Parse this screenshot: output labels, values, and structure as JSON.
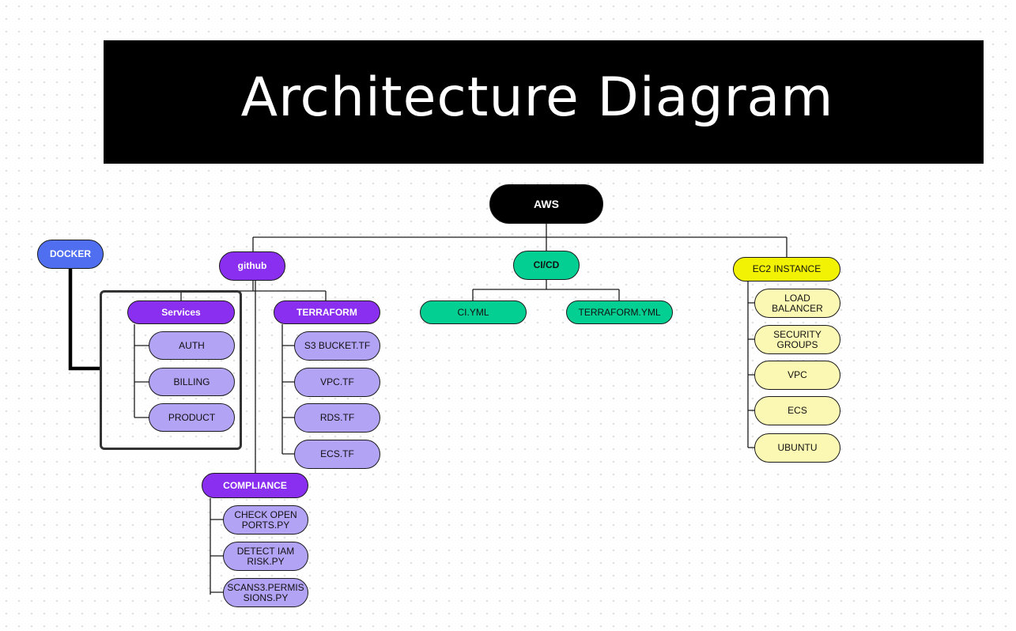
{
  "title": "Architecture Diagram",
  "root": "AWS",
  "docker": "DOCKER",
  "github": {
    "label": "github",
    "services": {
      "label": "Services",
      "items": [
        "AUTH",
        "BILLING",
        "PRODUCT"
      ]
    },
    "terraform": {
      "label": "TERRAFORM",
      "items": [
        "S3 BUCKET.TF",
        "VPC.TF",
        "RDS.TF",
        "ECS.TF"
      ]
    },
    "compliance": {
      "label": "COMPLIANCE",
      "items": [
        "CHECK OPEN PORTS.PY",
        "DETECT IAM RISK.PY",
        "SCANS3.PERMISSIONS.PY"
      ]
    }
  },
  "cicd": {
    "label": "CI/CD",
    "items": [
      "CI.YML",
      "TERRAFORM.YML"
    ]
  },
  "ec2": {
    "label": "EC2 INSTANCE",
    "items": [
      "LOAD BALANCER",
      "SECURITY GROUPS",
      "VPC",
      "ECS",
      "UBUNTU"
    ]
  },
  "colors": {
    "banner": "#000000",
    "root": "#000000",
    "docker": "#4f6ff0",
    "primary_purple": "#8a2ef0",
    "lavender": "#b3a3f5",
    "teal": "#04cf92",
    "yellow": "#f2f204",
    "cream": "#fbf8b3"
  }
}
